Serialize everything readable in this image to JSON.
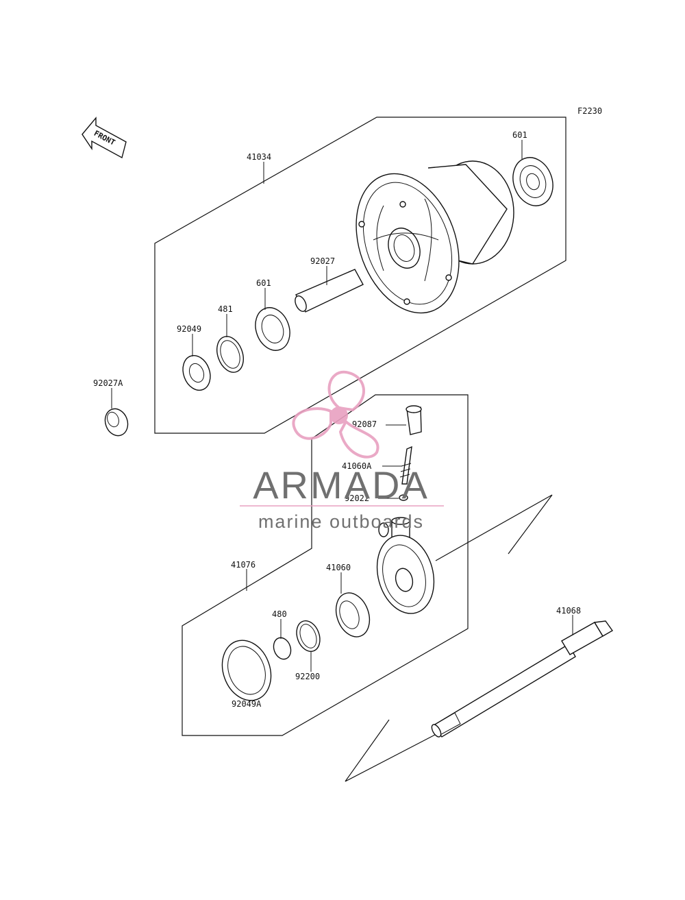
{
  "diagram": {
    "code": "F2230",
    "front_label": "FRONT",
    "callouts": {
      "c41034": "41034",
      "c601_top": "601",
      "c92027": "92027",
      "c601": "601",
      "c481": "481",
      "c92049": "92049",
      "c92027A": "92027A",
      "c92087": "92087",
      "c41060A": "41060A",
      "c92022": "92022",
      "c41076": "41076",
      "c41060": "41060",
      "c480": "480",
      "c92200": "92200",
      "c92049A": "92049A",
      "c41068": "41068"
    }
  },
  "watermark": {
    "title": "ARMADA",
    "subtitle": "marine outboards",
    "logo_color": "#e8a0c0",
    "text_color": "#707070"
  }
}
